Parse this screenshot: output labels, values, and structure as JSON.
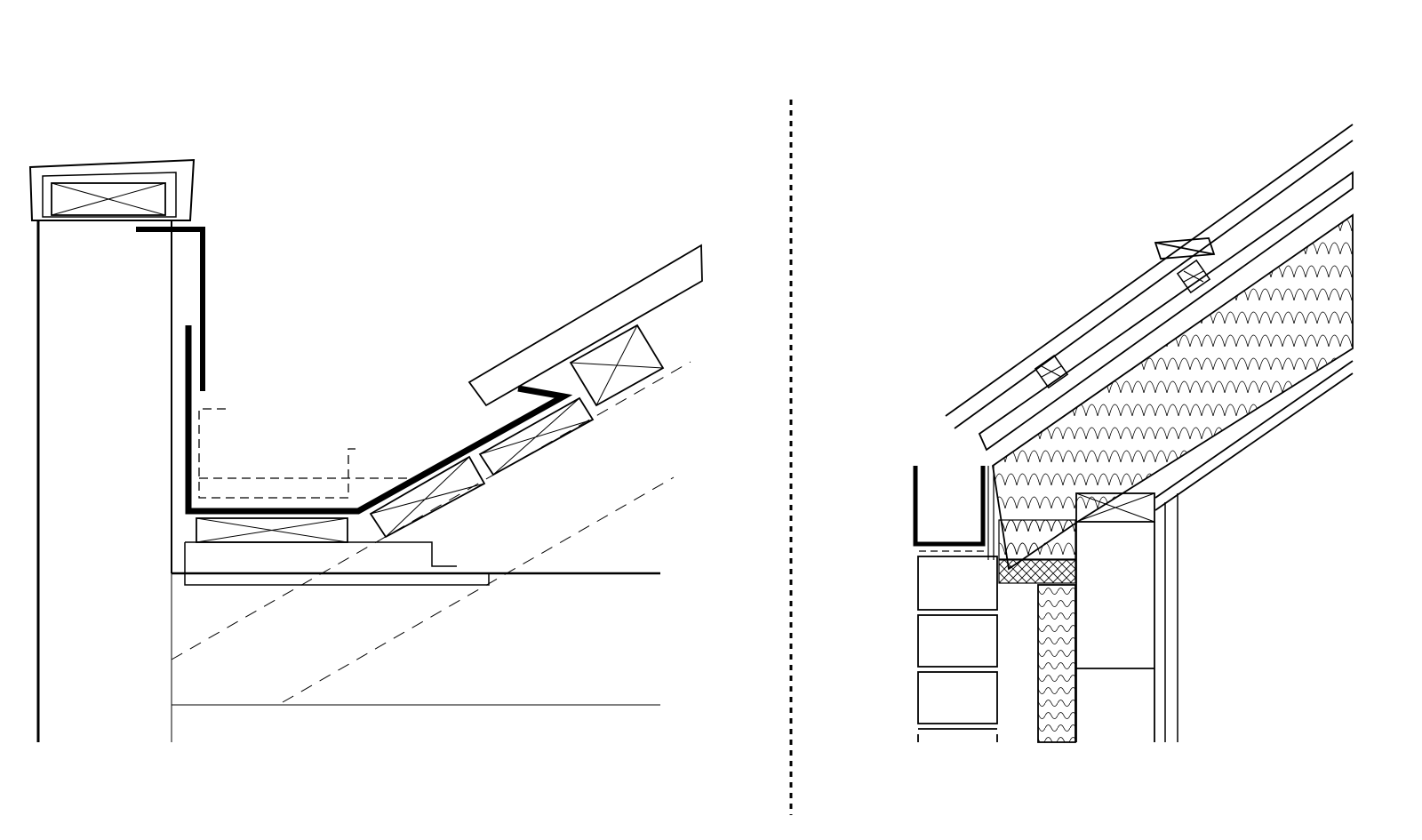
{
  "diagram": {
    "kind": "architectural-section-details",
    "panels": [
      {
        "id": "parapet-gutter-detail"
      },
      {
        "id": "eaves-box-gutter-detail"
      }
    ],
    "colors": {
      "line": "#000000",
      "background": "#ffffff"
    }
  }
}
